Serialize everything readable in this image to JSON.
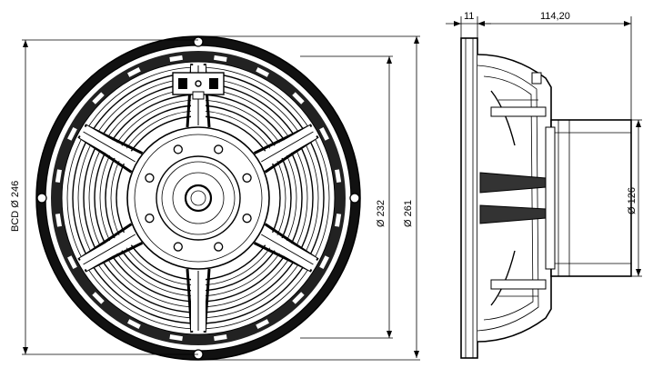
{
  "dimensions": {
    "bcd": "BCD Ø 246",
    "inner_diameter": "Ø 232",
    "outer_diameter": "Ø 261",
    "flange_thickness": "11",
    "depth": "114,20",
    "magnet_diameter": "Ø 126"
  }
}
